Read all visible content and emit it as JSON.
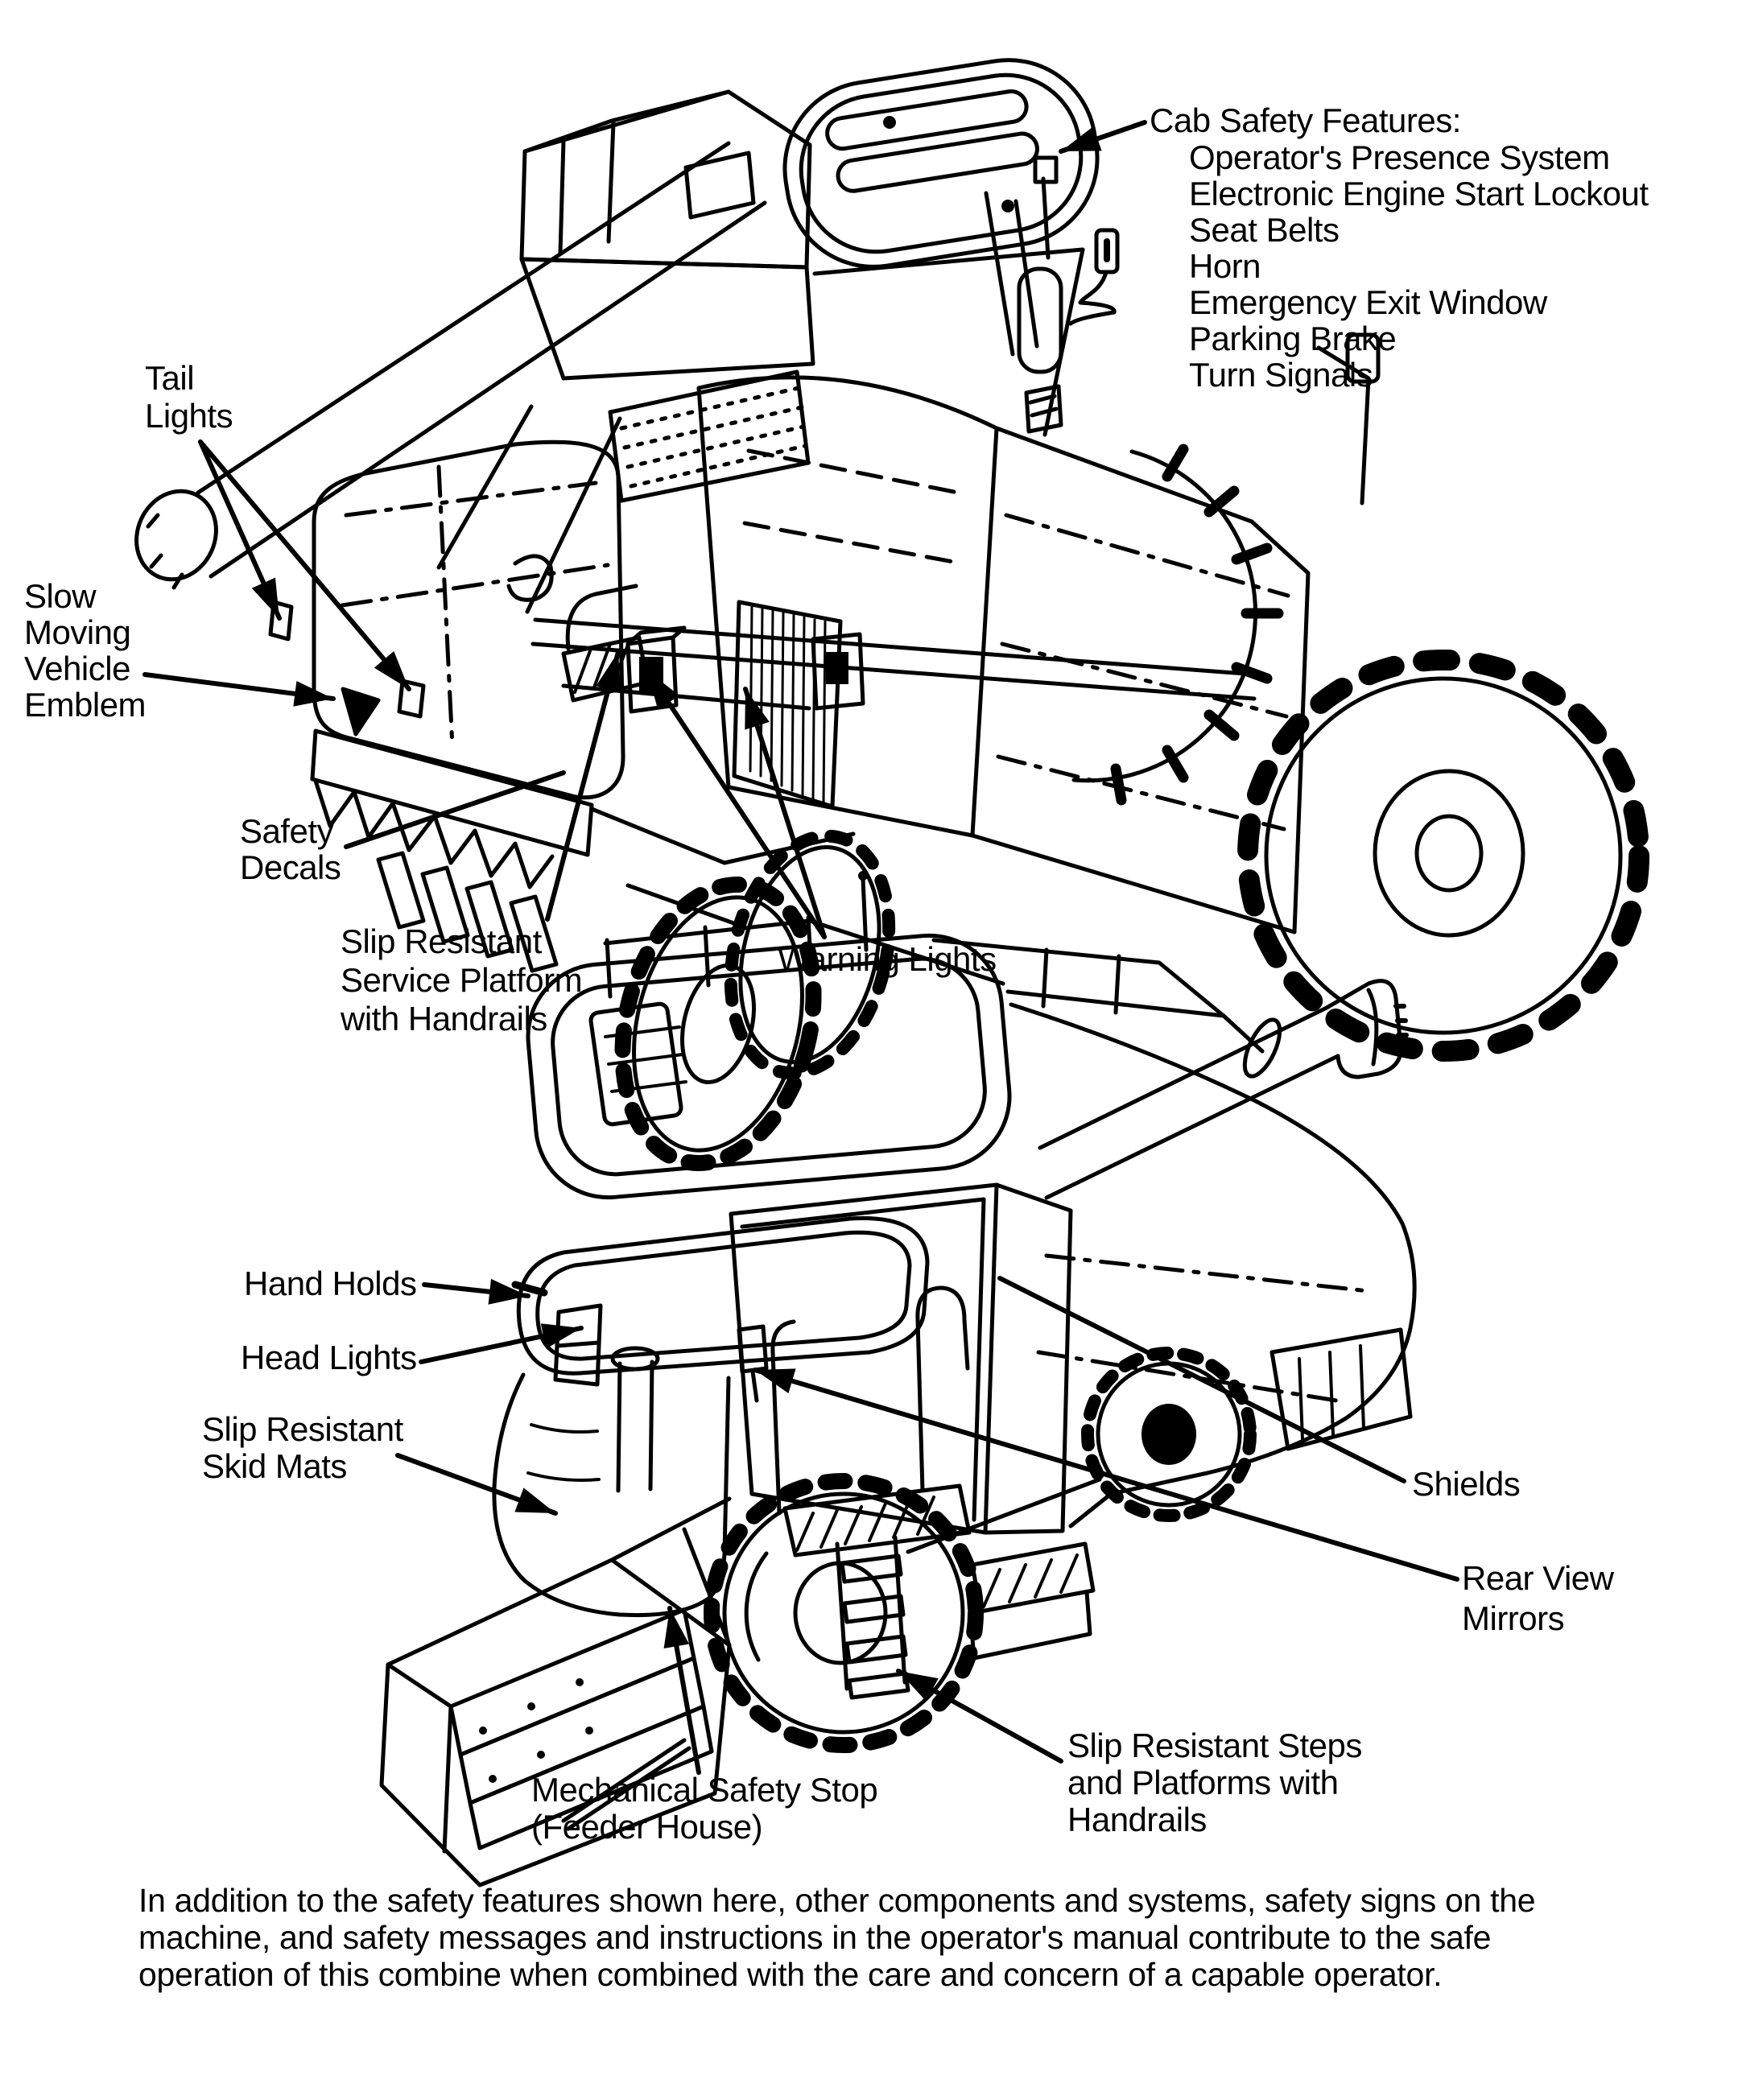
{
  "page": {
    "background_color": "#ffffff",
    "ink_color": "#000000",
    "type": "operator-manual-safety-diagram"
  },
  "labels": {
    "cab_safety": {
      "title": "Cab Safety Features:",
      "items": [
        "Operator's Presence System",
        "Electronic Engine Start Lockout",
        "Seat Belts",
        "Horn",
        "Emergency Exit Window",
        "Parking Brake",
        "Turn Signals"
      ]
    },
    "tail_lights": "Tail\nLights",
    "slow_moving_vehicle_emblem": "Slow\nMoving\nVehicle\nEmblem",
    "safety_decals": "Safety\nDecals",
    "service_platform": "Slip Resistant\nService Platform\nwith Handrails",
    "warning_lights": "Warning Lights",
    "hand_holds": "Hand Holds",
    "head_lights": "Head Lights",
    "skid_mats": "Slip Resistant\nSkid Mats",
    "shields": "Shields",
    "rear_view_mirrors": "Rear View\nMirrors",
    "steps_platforms": "Slip Resistant Steps\nand Platforms with\nHandrails",
    "mechanical_safety_stop": "Mechanical Safety Stop\n(Feeder House)"
  },
  "footer": {
    "paragraph": "In addition to the safety features shown here, other components and systems, safety signs on the\nmachine, and safety messages and instructions in the operator's manual contribute to the safe\noperation of this combine when combined with the care and concern of a capable operator."
  }
}
